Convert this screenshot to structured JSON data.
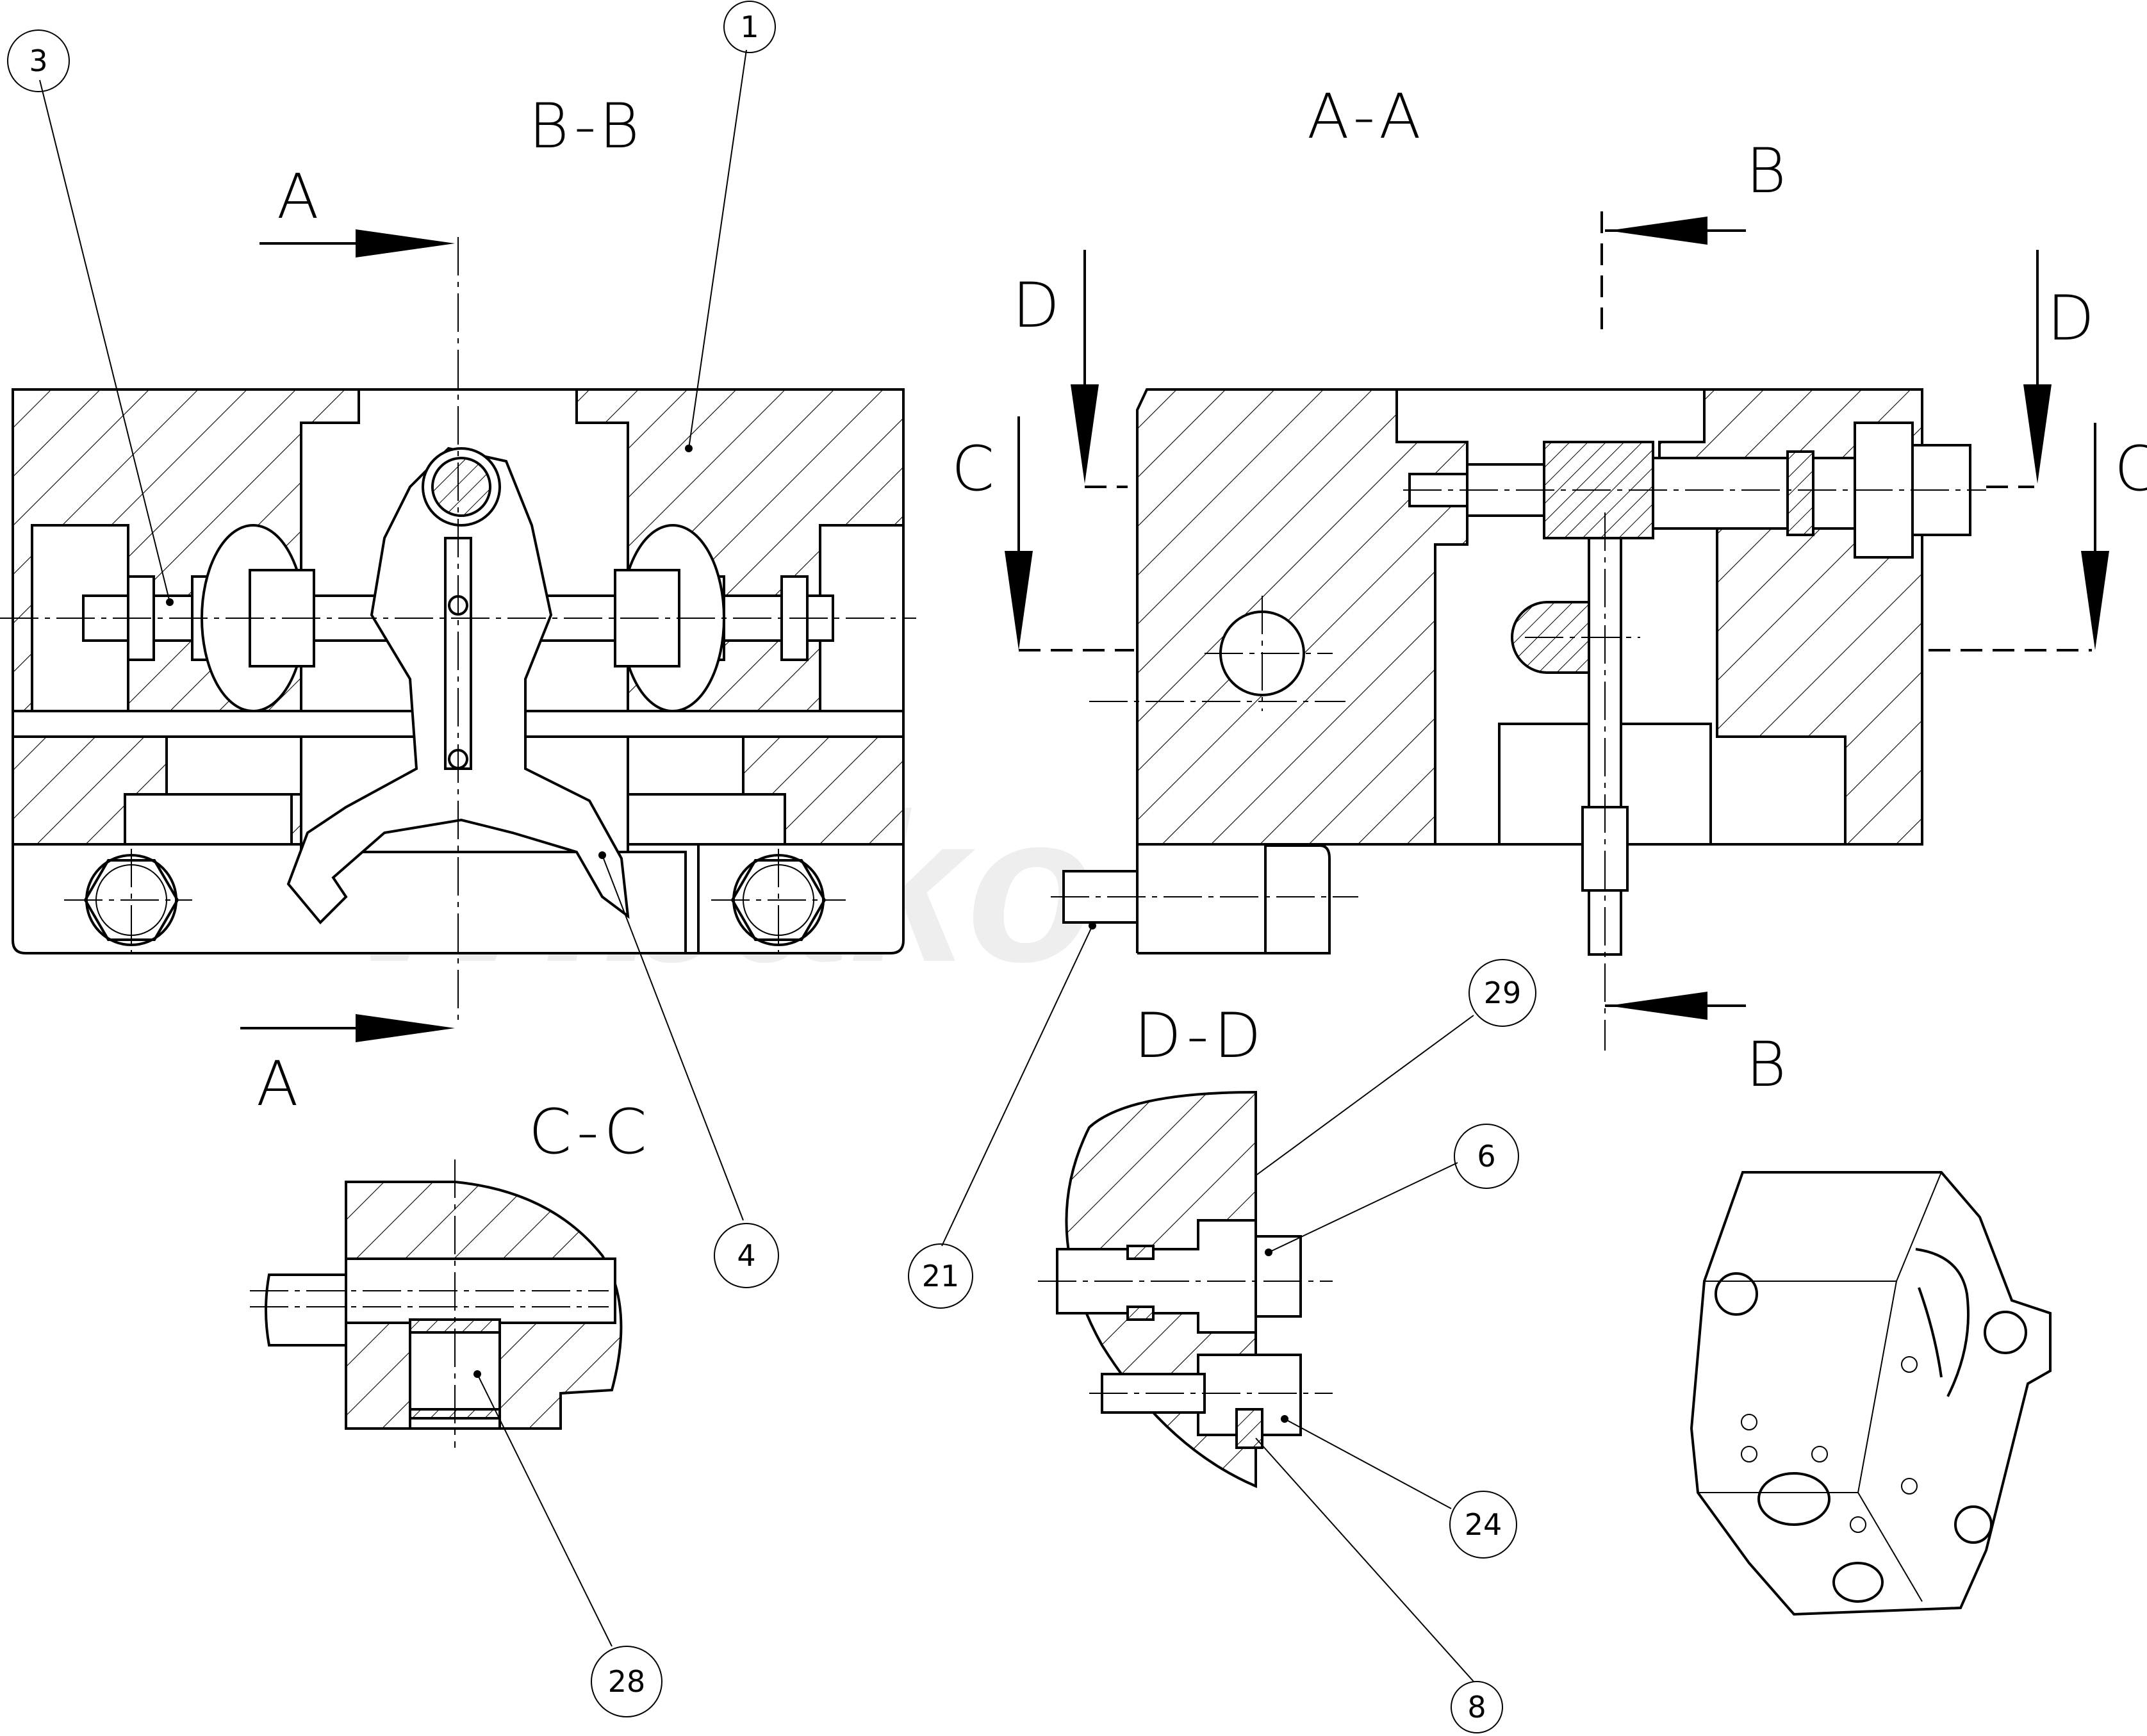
{
  "watermark": "Wibako",
  "section_views": {
    "bb": "B-B",
    "aa": "A-A",
    "cc": "C-C",
    "dd": "D-D"
  },
  "cutting_plane_letters": {
    "a_top": "A",
    "a_bottom": "A",
    "b_top": "B",
    "b_bottom": "B",
    "c_left": "C",
    "c_right": "C",
    "d_left": "D",
    "d_right": "D"
  },
  "balloons": {
    "b1": "1",
    "b3": "3",
    "b4": "4",
    "b21": "21",
    "b29": "29",
    "b6": "6",
    "b24": "24",
    "b8": "8",
    "b28": "28"
  }
}
